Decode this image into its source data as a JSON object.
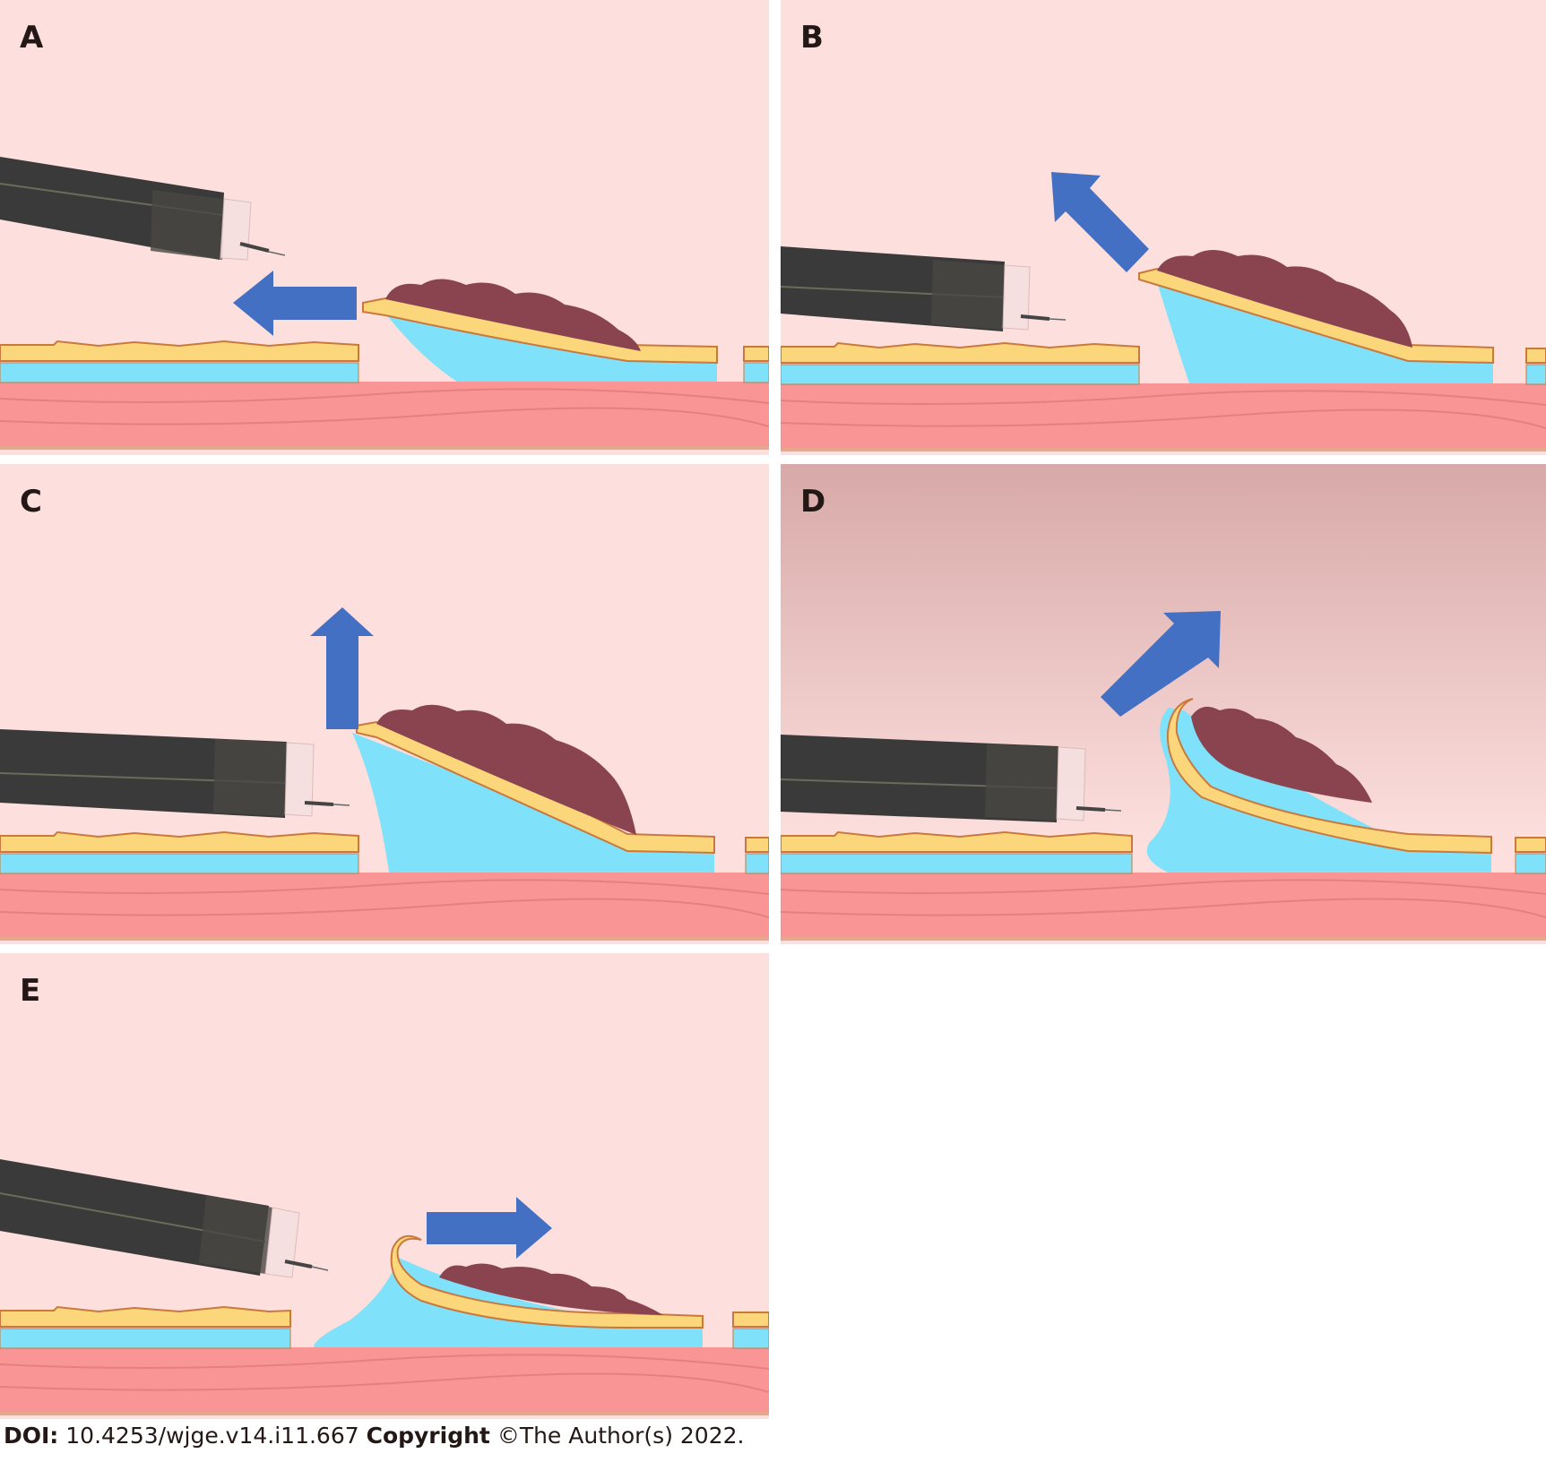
{
  "panels": [
    {
      "label": "A",
      "arrow_direction": "left"
    },
    {
      "label": "B",
      "arrow_direction": "up-left"
    },
    {
      "label": "C",
      "arrow_direction": "up"
    },
    {
      "label": "D",
      "arrow_direction": "up-right"
    },
    {
      "label": "E",
      "arrow_direction": "right"
    }
  ],
  "footer": {
    "doi_label": "DOI:",
    "doi_value": "10.4253/wjge.v14.i11.667",
    "copyright_label": "Copyright",
    "copyright_text": "©The Author(s) 2022."
  },
  "colors": {
    "background": "#fde0de",
    "background_d_top": "#d7a9a8",
    "muscle": "#f99595",
    "submucosa_fluid": "#7fe2fa",
    "mucosa": "#fbd67a",
    "mucosa_outline": "#c9793d",
    "lesion": "#8a4450",
    "arrow": "#4470c4",
    "endoscope": "#3a3a3a"
  }
}
